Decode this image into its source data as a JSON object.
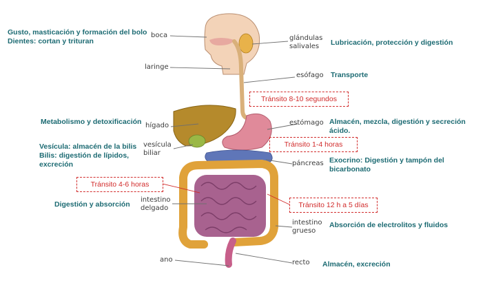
{
  "functions": {
    "boca_line1": "Gusto, masticación y formación del bolo",
    "boca_line2": "Dientes: cortan y trituran",
    "glandulas": "Lubricación, protección y digestión",
    "esofago": "Transporte",
    "higado": "Metabolismo y detoxificación",
    "estomago_line1": "Almacén, mezcla, digestión y secreción",
    "estomago_line2": "ácido.",
    "vesicula_line1": "Vesícula: almacén de la bilis",
    "vesicula_line2": "Bilis: digestión de lípidos,",
    "vesicula_line3": "excreción",
    "pancreas_line1": "Exocrino: Digestión y tampón del",
    "pancreas_line2": "bicarbonato",
    "intestino_delgado": "Digestión y absorción",
    "intestino_grueso": "Absorción de electrolitos y fluidos",
    "recto": "Almacén, excreción"
  },
  "organs": {
    "boca": "boca",
    "glandulas_line1": "glándulas",
    "glandulas_line2": "salivales",
    "laringe": "laringe",
    "esofago": "esófago",
    "higado": "hígado",
    "estomago": "estómago",
    "vesicula_line1": "vesícula",
    "vesicula_line2": "biliar",
    "pancreas": "páncreas",
    "intestino_delgado_line1": "intestino",
    "intestino_delgado_line2": "delgado",
    "intestino_grueso_line1": "intestino",
    "intestino_grueso_line2": "grueso",
    "ano": "ano",
    "recto": "recto"
  },
  "transit": {
    "esofago": "Tránsito 8-10 segundos",
    "estomago": "Tránsito 1-4 horas",
    "delgado": "Tránsito 4-6 horas",
    "grueso": "Tránsito 12 h a 5 días"
  },
  "colors": {
    "function_text": "#1d6b73",
    "transit_red": "#d12a2a",
    "liver": "#b58a2c",
    "stomach": "#e08a9a",
    "small_intestine": "#a8628f",
    "large_intestine": "#e0a23a",
    "pancreas": "#5f76b8",
    "head": "#f3d3b8"
  }
}
